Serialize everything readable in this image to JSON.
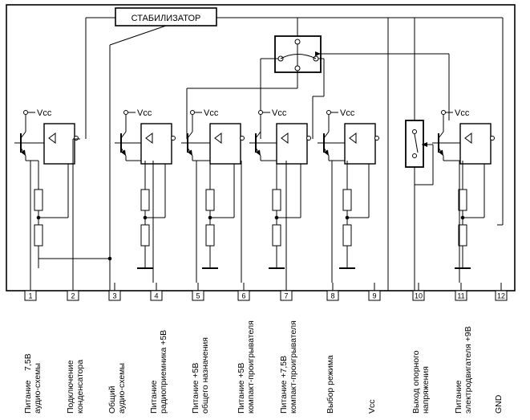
{
  "stabilizer": {
    "label": "СТАБИЛИЗАТОР"
  },
  "supply_label": "Vcc",
  "pins": [
    {
      "num": "1",
      "label": "Питание    7,5В\nаудио-схемы"
    },
    {
      "num": "2",
      "label": "Подключение\nконденсатора"
    },
    {
      "num": "3",
      "label": "Общий\nаудио-схемы"
    },
    {
      "num": "4",
      "label": "Питание\nрадиоприемника +5В"
    },
    {
      "num": "5",
      "label": "Питание +5В\nобщего назначения"
    },
    {
      "num": "6",
      "label": "Питание +5В\nкомпакт-проигрывателя"
    },
    {
      "num": "7",
      "label": "Питание +7,5В\nкомпакт-проигрывателя"
    },
    {
      "num": "8",
      "label": "Выбор режима"
    },
    {
      "num": "9",
      "label": "Vcc"
    },
    {
      "num": "10",
      "label": "Выход опорного\nнапряжения"
    },
    {
      "num": "11",
      "label": "Питание\nэлектродвигателя +9В"
    },
    {
      "num": "12",
      "label": "GND"
    }
  ]
}
